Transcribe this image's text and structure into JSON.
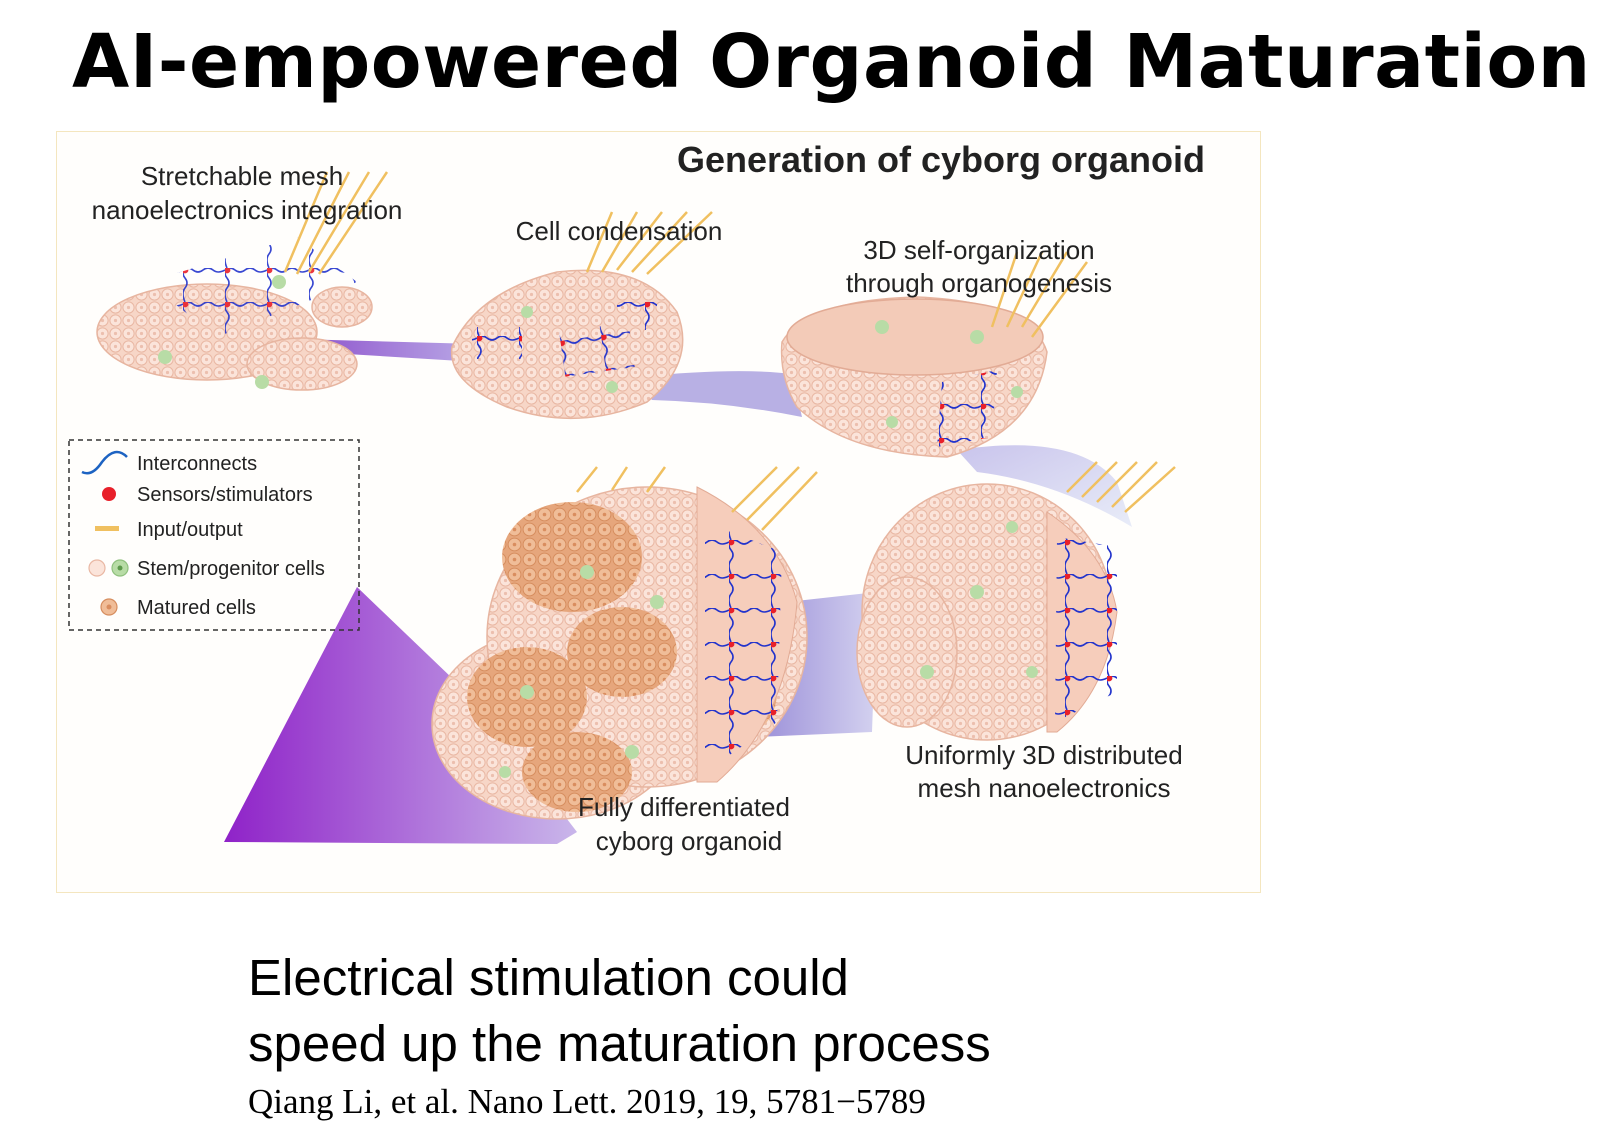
{
  "slide": {
    "title": "AI-empowered Organoid Maturation",
    "caption_line1": "Electrical stimulation could",
    "caption_line2": "speed up the maturation process",
    "citation": "Qiang Li, et al. Nano Lett. 2019, 19, 5781−5789"
  },
  "figure": {
    "heading": "Generation of cyborg organoid",
    "stages": {
      "mesh_line1": "Stretchable mesh",
      "mesh_line2": "nanoelectronics integration",
      "condensation": "Cell condensation",
      "selforg_line1": "3D self-organization",
      "selforg_line2": "through organogenesis",
      "uniform_line1": "Uniformly 3D distributed",
      "uniform_line2": "mesh nanoelectronics",
      "final_line1": "Fully differentiated",
      "final_line2": "cyborg organoid"
    },
    "legend": [
      {
        "label": "Interconnects",
        "icon": "wave-icon"
      },
      {
        "label": "Sensors/stimulators",
        "icon": "red-dot-icon"
      },
      {
        "label": "Input/output",
        "icon": "yellow-bar-icon"
      },
      {
        "label": "Stem/progenitor cells",
        "icon": "cell-icon"
      },
      {
        "label": "Matured cells",
        "icon": "matured-cell-icon"
      }
    ],
    "colors": {
      "cell": "#f6d2c2",
      "matured": "#e8a878",
      "stem": "#b8dca6",
      "mesh": "#2233cc",
      "sensor": "#e8202a",
      "io": "#f0c060",
      "arrow": "#9a3fc8"
    }
  }
}
